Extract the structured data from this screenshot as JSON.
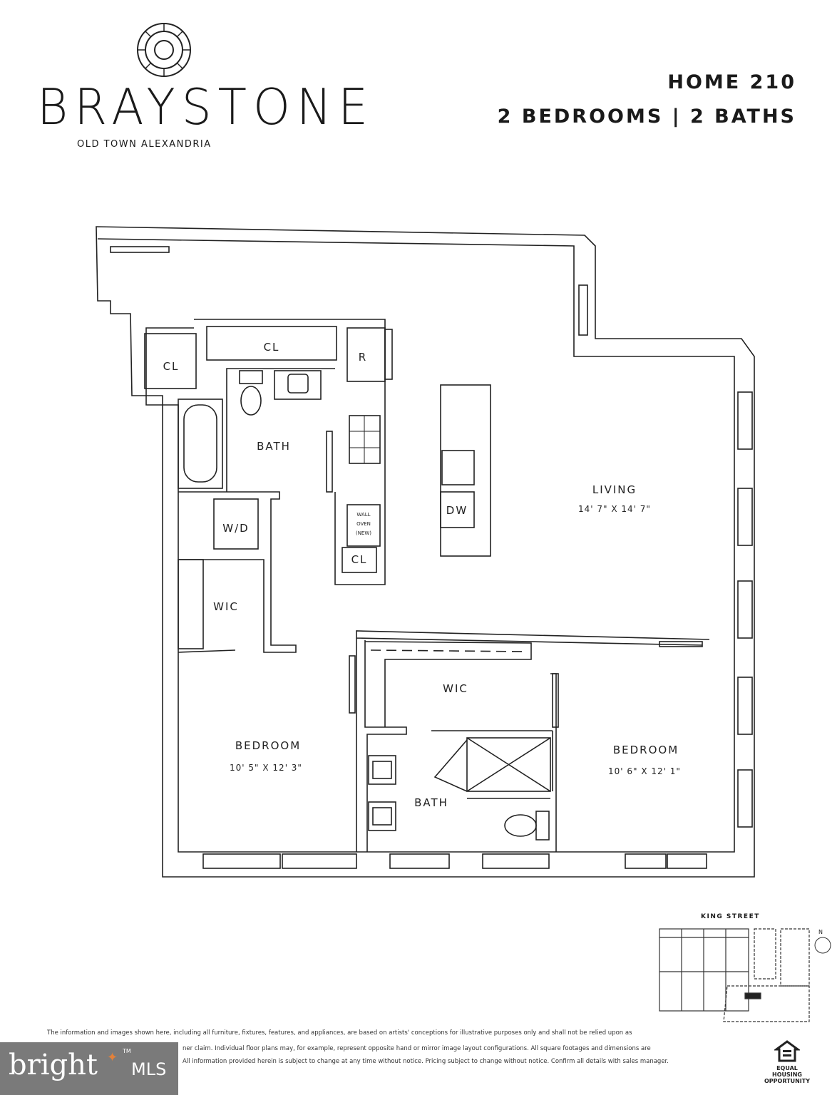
{
  "brand": {
    "name": "BRAYSTONE",
    "location": "OLD TOWN ALEXANDRIA"
  },
  "unit": {
    "home": "HOME 210",
    "summary": "2 BEDROOMS | 2 BATHS"
  },
  "rooms": {
    "living": {
      "label": "LIVING",
      "dims": "14' 7\" X 14' 7\""
    },
    "bath1": {
      "label": "BATH"
    },
    "bath2": {
      "label": "BATH"
    },
    "bedroom1": {
      "label": "BEDROOM",
      "dims": "10' 5\" X 12' 3\""
    },
    "bedroom2": {
      "label": "BEDROOM",
      "dims": "10' 6\" X 12' 1\""
    },
    "wic1": {
      "label": "WIC"
    },
    "wic2": {
      "label": "WIC"
    },
    "closet_left": {
      "label": "CL"
    },
    "closet_top": {
      "label": "CL"
    },
    "closet_kitchen": {
      "label": "CL"
    },
    "refrigerator": {
      "label": "R"
    },
    "washer_dryer": {
      "label": "W/D"
    },
    "dishwasher": {
      "label": "DW"
    },
    "wall_oven": {
      "line1": "WALL",
      "line2": "OVEN",
      "line3": "(NEW)"
    }
  },
  "keyplan": {
    "street": "KING STREET",
    "north": "N"
  },
  "disclaimer": [
    "The information and images shown here, including all furniture, fixtures, features, and appliances, are based on artists' conceptions for illustrative purposes only and shall not be relied upon as",
    "ner claim. Individual floor plans may, for example, represent opposite hand or mirror image layout configurations. All square footages and dimensions are",
    "All information provided herein is subject to change at any time without notice. Pricing subject to change without notice. Confirm all details with sales manager."
  ],
  "watermark": {
    "brand": "bright",
    "suffix": "MLS",
    "tm": "TM"
  },
  "equal_housing": {
    "text": "EQUAL HOUSING OPPORTUNITY"
  }
}
